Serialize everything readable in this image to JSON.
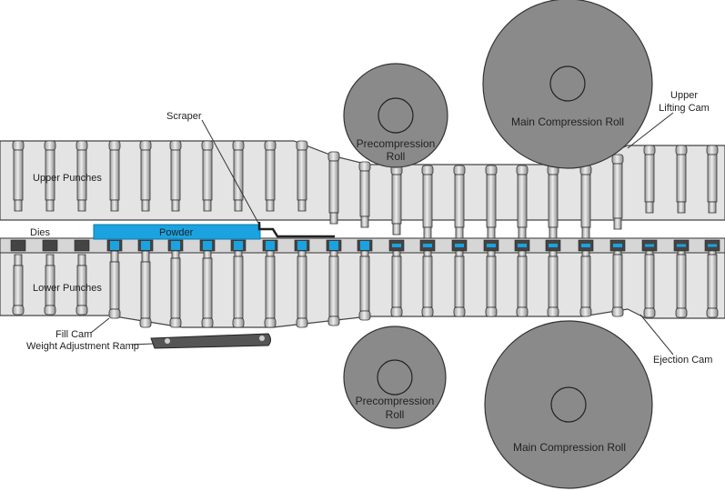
{
  "labels": {
    "scraper": "Scraper",
    "upper_punches": "Upper Punches",
    "dies": "Dies",
    "powder": "Powder",
    "lower_punches": "Lower Punches",
    "fill_cam": "Fill Cam",
    "weight_adjustment_ramp": "Weight Adjustment Ramp",
    "upper_precompression_roll_line1": "Precompression",
    "upper_precompression_roll_line2": "Roll",
    "lower_precompression_roll_line1": "Precompression",
    "lower_precompression_roll_line2": "Roll",
    "upper_main_compression_roll": "Main Compression Roll",
    "lower_main_compression_roll": "Main Compression Roll",
    "upper_lifting_cam_line1": "Upper",
    "upper_lifting_cam_line2": "Lifting Cam",
    "ejection_cam": "Ejection Cam"
  },
  "colors": {
    "powder": "#1aa3e0",
    "machine_steel": "#c8c8c8",
    "roll": "#8a8a8a",
    "outline": "#333333",
    "ramp": "#555555"
  }
}
